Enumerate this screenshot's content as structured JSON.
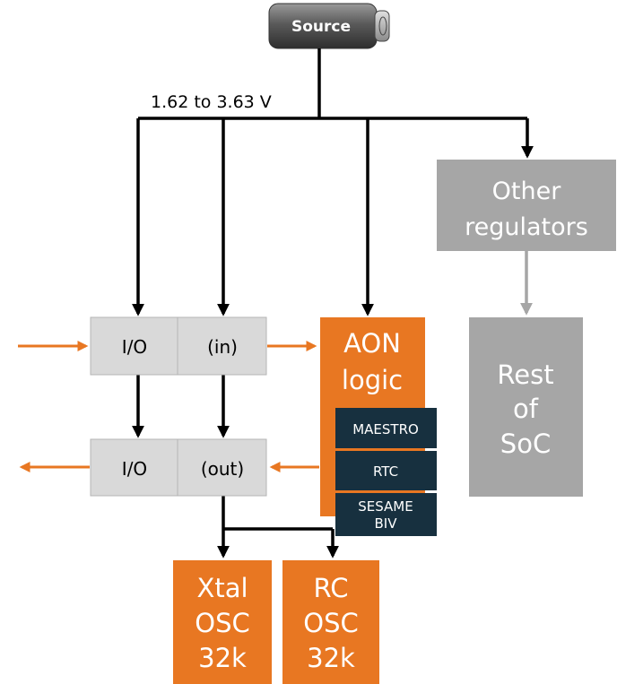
{
  "source": {
    "label": "Source"
  },
  "voltage": {
    "label": "1.62 to 3.63 V"
  },
  "io_in": {
    "io_label": "I/O",
    "dir_label": "(in)"
  },
  "io_out": {
    "io_label": "I/O",
    "dir_label": "(out)"
  },
  "aon": {
    "line1": "AON",
    "line2": "logic"
  },
  "aon_blocks": {
    "maestro": "MAESTRO",
    "rtc": "RTC",
    "sesame_line1": "SESAME",
    "sesame_line2": "BIV"
  },
  "other_regulators": {
    "line1": "Other",
    "line2": "regulators"
  },
  "rest_of_soc": {
    "line1": "Rest",
    "line2": "of",
    "line3": "SoC"
  },
  "xtal_osc": {
    "line1": "Xtal",
    "line2": "OSC",
    "line3": "32k"
  },
  "rc_osc": {
    "line1": "RC",
    "line2": "OSC",
    "line3": "32k"
  },
  "colors": {
    "orange": "#e87722",
    "light_gray": "#d9d9d9",
    "mid_gray": "#a6a6a6",
    "navy": "#17303f",
    "black": "#000000",
    "battery_dark": "#5a5a5a"
  }
}
